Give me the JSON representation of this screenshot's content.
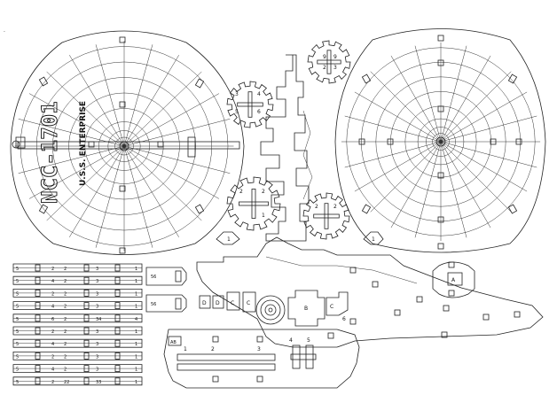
{
  "sheet": {
    "hull_registry": "NCC-1701",
    "ship_name": "U.S.S. ENTERPRISE",
    "part_labels": [
      "A",
      "B",
      "C",
      "AB"
    ],
    "dot": "."
  },
  "gears": {
    "top_right_numbers": [
      "9",
      "9",
      "2",
      "3"
    ],
    "left_top_numbers": [
      "3",
      "4",
      "5",
      "6"
    ],
    "left_bottom_numbers": [
      "2",
      "2",
      "1"
    ],
    "right_bottom_numbers": [
      "2",
      "2"
    ],
    "small_left": "1",
    "small_right": "1"
  },
  "strips": {
    "rows": [
      [
        "5",
        "2",
        "2",
        "3",
        "1"
      ],
      [
        "5",
        "4",
        "2",
        "3",
        "1"
      ],
      [
        "5",
        "2",
        "2",
        "3",
        "1"
      ],
      [
        "5",
        "4",
        "2",
        "3",
        "1"
      ],
      [
        "5",
        "6",
        "2",
        "34",
        "4"
      ],
      [
        "5",
        "2",
        "2",
        "3",
        "1"
      ],
      [
        "5",
        "4",
        "2",
        "3",
        "1"
      ],
      [
        "5",
        "2",
        "2",
        "3",
        "1"
      ],
      [
        "5",
        "4",
        "2",
        "3",
        "1"
      ],
      [
        "5",
        "2",
        "22",
        "33",
        "1"
      ]
    ],
    "side_tabs": [
      "56",
      "56"
    ]
  },
  "deck": {
    "labels": [
      "AB",
      "1",
      "2",
      "3",
      "4",
      "5",
      "6"
    ]
  },
  "midparts": {
    "small_labels": [
      "D",
      "D",
      "C",
      "C"
    ]
  }
}
